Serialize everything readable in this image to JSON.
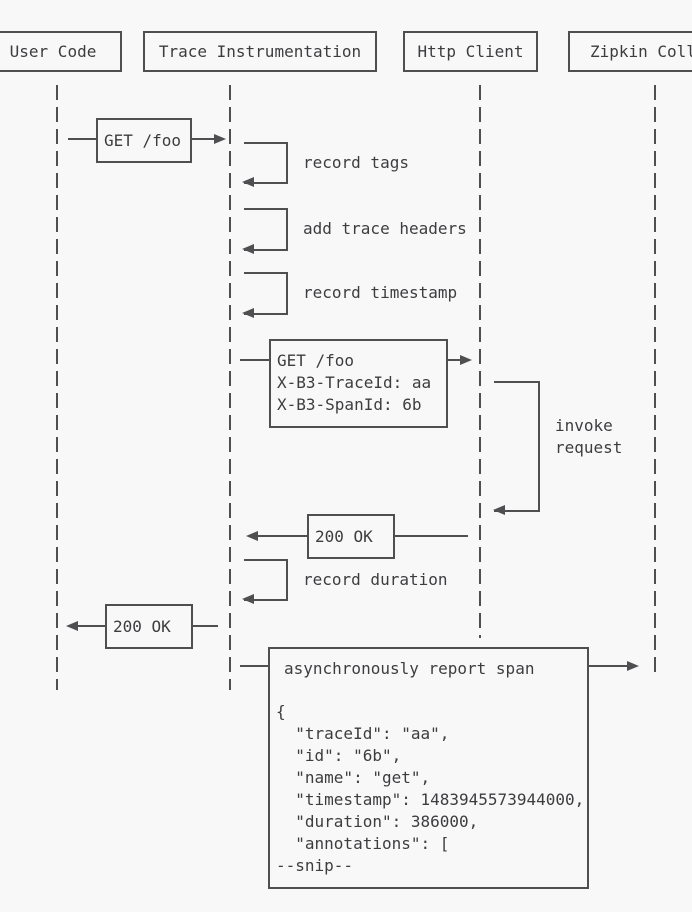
{
  "colors": {
    "background": "#f8f8f9",
    "stroke": "#4f4f51",
    "text": "#3d3d3f"
  },
  "participants": [
    {
      "label": "User Code"
    },
    {
      "label": "Trace Instrumentation"
    },
    {
      "label": "Http Client"
    },
    {
      "label": "Zipkin Collector"
    }
  ],
  "messages": {
    "get_foo_request": {
      "label": "GET /foo"
    },
    "record_tags": {
      "label": "record tags"
    },
    "add_trace_headers": {
      "label": "add trace headers"
    },
    "record_timestamp": {
      "label": "record timestamp"
    },
    "http_request": {
      "lines": [
        "GET /foo",
        "X-B3-TraceId: aa",
        "X-B3-SpanId: 6b"
      ]
    },
    "invoke_request": {
      "lines": [
        "invoke",
        "request"
      ]
    },
    "http_response": {
      "label": "200 OK"
    },
    "record_duration": {
      "label": "record duration"
    },
    "user_response": {
      "label": "200 OK"
    },
    "report_span": {
      "title": "asynchronously report span",
      "payload_lines": [
        "{",
        "  \"traceId\": \"aa\",",
        "  \"id\": \"6b\",",
        "  \"name\": \"get\",",
        "  \"timestamp\": 1483945573944000,",
        "  \"duration\": 386000,",
        "  \"annotations\": [",
        "--snip--"
      ]
    }
  }
}
